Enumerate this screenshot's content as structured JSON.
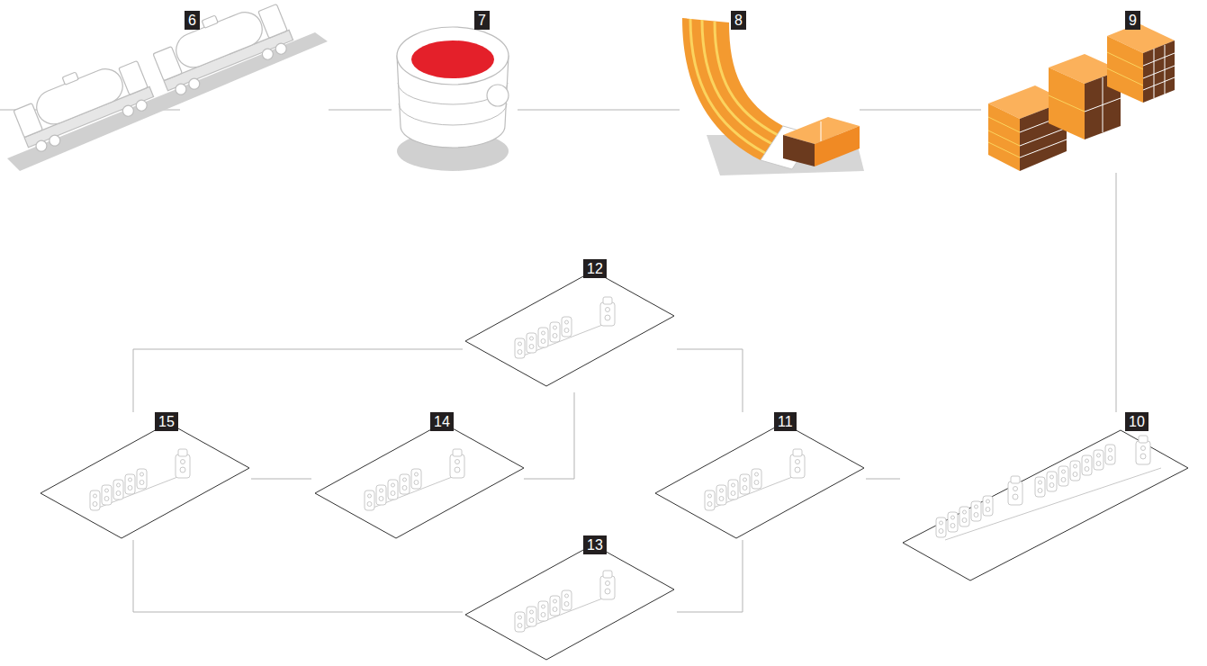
{
  "diagram": {
    "nodes": [
      {
        "text": [
          "6"
        ]
      },
      {
        "text": [
          "7"
        ]
      },
      {
        "text": [
          "8"
        ]
      },
      {
        "text": [
          "9"
        ]
      },
      {
        "text": [
          "10"
        ]
      },
      {
        "text": [
          "11"
        ]
      },
      {
        "text": [
          "12"
        ]
      },
      {
        "text": [
          "13"
        ]
      },
      {
        "text": [
          "14"
        ]
      },
      {
        "text": [
          "15"
        ]
      }
    ],
    "edges": [
      {
        "from": 0,
        "to": 1,
        "arrow": "none"
      },
      {
        "from": 1,
        "to": 2,
        "arrow": "none"
      },
      {
        "from": 2,
        "to": 3,
        "arrow": "none"
      },
      {
        "from": 3,
        "to": 4,
        "arrow": "none"
      },
      {
        "from": 4,
        "to": 5,
        "arrow": "none"
      },
      {
        "from": 5,
        "to": 6,
        "arrow": "none"
      },
      {
        "from": 5,
        "to": 7,
        "arrow": "none"
      },
      {
        "from": 6,
        "to": 9,
        "arrow": "none"
      },
      {
        "from": 6,
        "to": 8,
        "arrow": "none"
      },
      {
        "from": 8,
        "to": 9,
        "arrow": "none"
      },
      {
        "from": 7,
        "to": 9,
        "arrow": "none"
      }
    ]
  }
}
